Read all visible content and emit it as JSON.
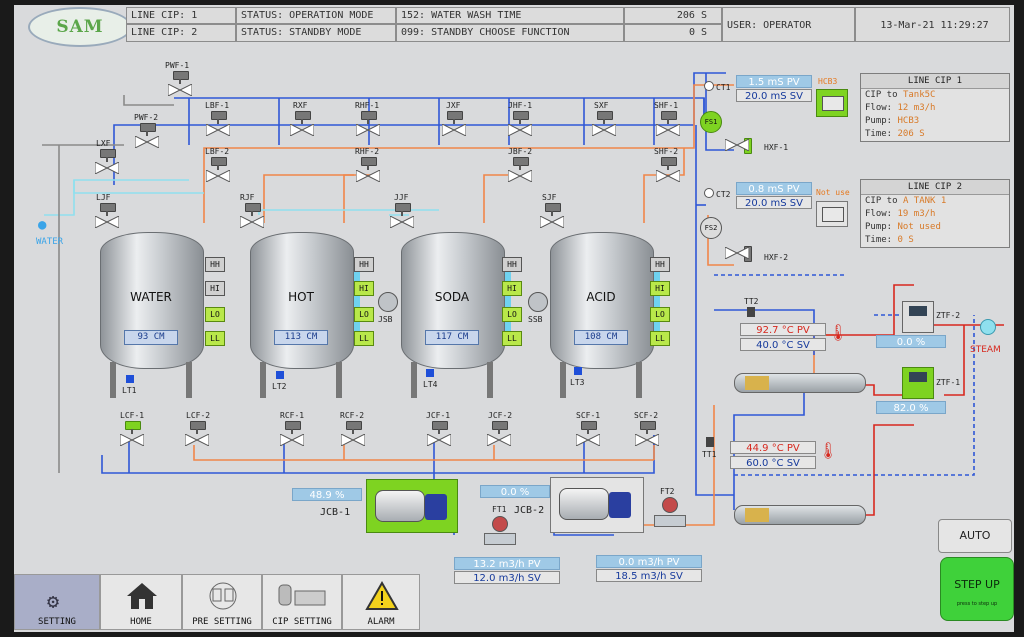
{
  "header": {
    "logo": "SAM",
    "line_cip_1": "LINE CIP: 1",
    "line_cip_2": "LINE CIP: 2",
    "status_1": "STATUS: OPERATION MODE",
    "status_2": "STATUS: STANDBY MODE",
    "step_1": "152: WATER WASH TIME",
    "step_2": "099: STANDBY CHOOSE FUNCTION",
    "time_1": "206 S",
    "time_2": "0 S",
    "user": "USER:   OPERATOR",
    "datetime": "13-Mar-21 11:29:27"
  },
  "valves": {
    "pwf1": "PWF-1",
    "pwf2": "PWF-2",
    "lxf": "LXF",
    "ljf": "LJF",
    "lbf1": "LBF-1",
    "lbf2": "LBF-2",
    "rxf": "RXF",
    "rhf1": "RHF-1",
    "rhf2": "RHF-2",
    "rjf": "RJF",
    "jxf": "JXF",
    "jhf1": "JHF-1",
    "jbf2": "JBF-2",
    "jjf": "JJF",
    "sxf": "SXF",
    "shf1": "SHF-1",
    "shf2": "SHF-2",
    "sjf": "SJF",
    "lcf1": "LCF-1",
    "lcf2": "LCF-2",
    "rcf1": "RCF-1",
    "rcf2": "RCF-2",
    "jcf1": "JCF-1",
    "jcf2": "JCF-2",
    "scf1": "SCF-1",
    "scf2": "SCF-2",
    "hxf1": "HXF-1",
    "hxf2": "HXF-2",
    "ztf1": "ZTF-1",
    "ztf2": "ZTF-2"
  },
  "water_label": "WATER",
  "tanks": [
    {
      "name": "WATER",
      "level": "93 CM",
      "lt": "LT1",
      "switches": [
        "HH",
        "HI",
        "LO",
        "LL"
      ],
      "on": [
        false,
        false,
        true,
        true
      ]
    },
    {
      "name": "HOT",
      "level": "113 CM",
      "lt": "LT2",
      "switches": [
        "HH",
        "HI",
        "LO",
        "LL"
      ],
      "on": [
        false,
        true,
        true,
        true
      ]
    },
    {
      "name": "SODA",
      "level": "117 CM",
      "lt": "LT4",
      "switches": [
        "HH",
        "HI",
        "LO",
        "LL"
      ],
      "on": [
        false,
        true,
        true,
        true
      ]
    },
    {
      "name": "ACID",
      "level": "108 CM",
      "lt": "LT3",
      "switches": [
        "HH",
        "HI",
        "LO",
        "LL"
      ],
      "on": [
        false,
        true,
        true,
        true
      ]
    }
  ],
  "pumps_small": {
    "jsb": "JSB",
    "ssb": "SSB"
  },
  "ct1": {
    "label": "CT1",
    "pv": "1.5 mS PV",
    "sv": "20.0 mS SV",
    "fs": "FS1"
  },
  "ct2": {
    "label": "CT2",
    "pv": "0.8 mS PV",
    "sv": "20.0 mS SV",
    "fs": "FS2"
  },
  "hcb3_label": "HCB3",
  "notuse_label": "Not use",
  "line1": {
    "title": "LINE CIP 1",
    "cip_to_k": "CIP to",
    "cip_to_v": "Tank5C",
    "flow_k": "Flow:",
    "flow_v": "12 m3/h",
    "pump_k": "Pump:",
    "pump_v": "HCB3",
    "time_k": "Time:",
    "time_v": "206 S"
  },
  "line2": {
    "title": "LINE CIP 2",
    "cip_to_k": "CIP to",
    "cip_to_v": "A TANK 1",
    "flow_k": "Flow:",
    "flow_v": "19 m3/h",
    "pump_k": "Pump:",
    "pump_v": "Not used",
    "time_k": "Time:",
    "time_v": "0 S"
  },
  "tt2": {
    "label": "TT2",
    "pv": "92.7 °C PV",
    "sv": "40.0 °C SV"
  },
  "tt1": {
    "label": "TT1",
    "pv": "44.9 °C PV",
    "sv": "60.0 °C SV"
  },
  "ztf2_pct": "0.0 %",
  "ztf1_pct": "82.0 %",
  "steam_label": "STEAM",
  "jcb1": {
    "label": "JCB-1",
    "pct": "48.9 %"
  },
  "jcb2": {
    "label": "JCB-2",
    "pct": "0.0 %"
  },
  "ft1": {
    "label": "FT1",
    "pv": "13.2 m3/h PV",
    "sv": "12.0 m3/h SV"
  },
  "ft2": {
    "label": "FT2",
    "pv": "0.0 m3/h PV",
    "sv": "18.5 m3/h SV"
  },
  "nav": {
    "setting": "SETTING",
    "home": "HOME",
    "pre_setting": "PRE SETTING",
    "cip_setting": "CIP SETTING",
    "alarm": "ALARM"
  },
  "auto_label": "AUTO",
  "step_up": "STEP UP",
  "step_up_sub": "press to step up",
  "colors": {
    "blue_pipe": "#2f57d6",
    "orange_pipe": "#f0864a",
    "cyan_pipe": "#8fe0ee",
    "active_green": "#7ed321"
  }
}
